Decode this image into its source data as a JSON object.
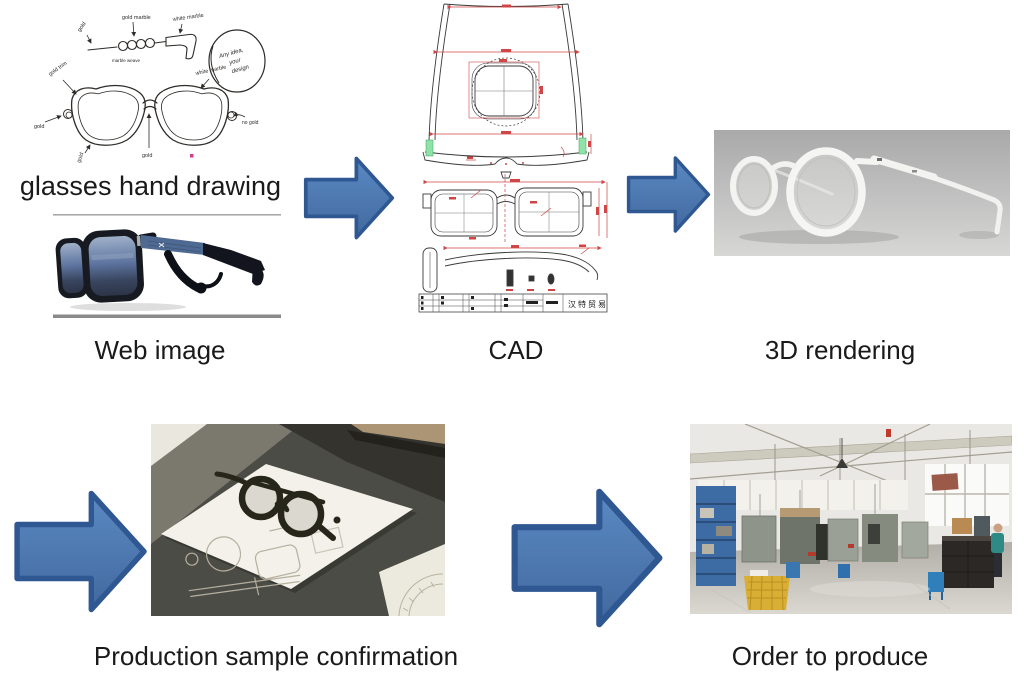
{
  "labels": {
    "hand_drawing": "glasses hand drawing",
    "web_image": "Web image",
    "cad": "CAD",
    "rendering_3d": "3D rendering",
    "sample": "Production sample confirmation",
    "produce": "Order to produce"
  },
  "colors": {
    "arrow_fill_top": "#5b89c3",
    "arrow_fill_bottom": "#41699e",
    "arrow_stroke": "#2f5792",
    "label_text": "#1a1a1a",
    "cad_red": "#d04545",
    "cad_green": "#8fe3a8",
    "sketch_ink": "#2e2b28"
  },
  "sketch": {
    "ann_temple_gold": "gold",
    "ann_temple_gold_marble": "gold marble",
    "ann_temple_white_marble": "white marble",
    "ann_temple_weave": "marble weave",
    "bubble_line1": "Any idea,",
    "bubble_line2": "your",
    "bubble_line3": "design",
    "ann_gold_trim": "gold trim",
    "ann_left_gold": "gold",
    "ann_bottom_gold": "gold",
    "ann_center_gold": "gold",
    "ann_white_marble": "white marble",
    "ann_no_gold": "no gold"
  },
  "cad": {
    "title_block": "汉特贸易"
  }
}
